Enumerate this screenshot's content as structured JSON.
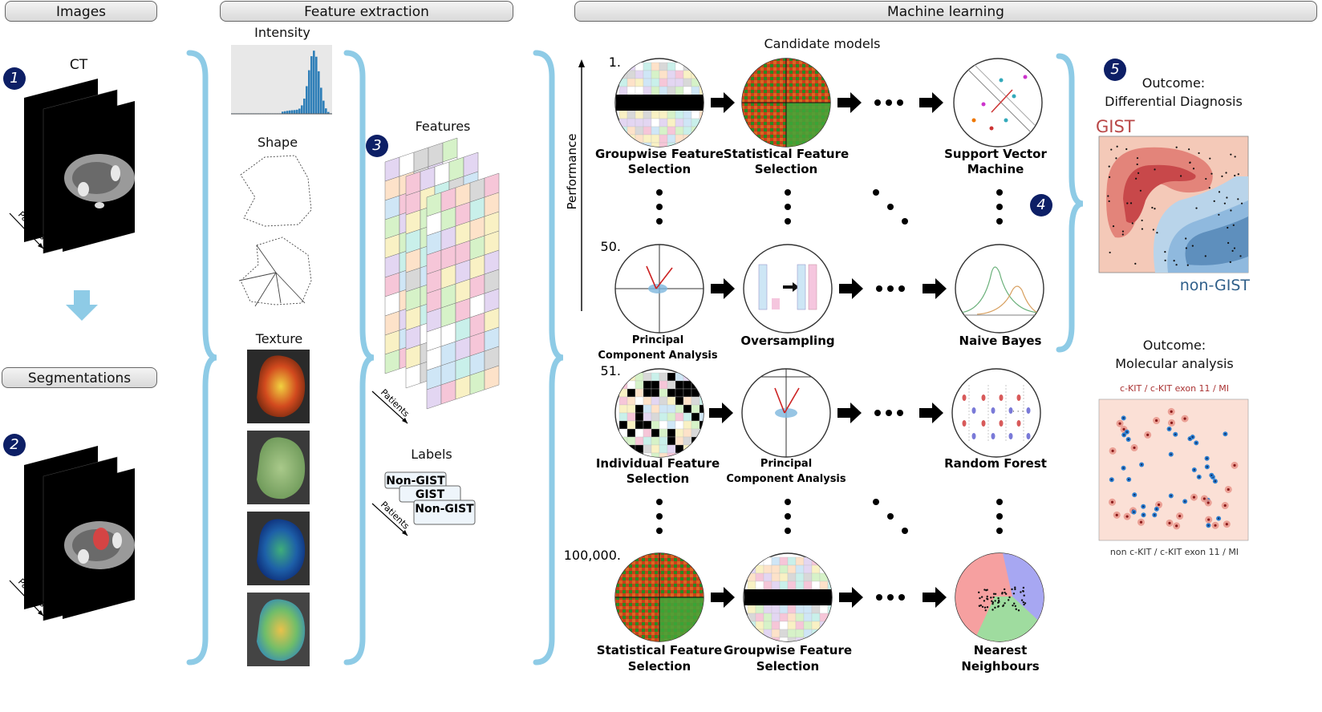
{
  "sections": {
    "images": "Images",
    "feature_extraction": "Feature extraction",
    "machine_learning": "Machine learning"
  },
  "images": {
    "ct_label": "CT",
    "segmentations_label": "Segmentations",
    "patients_label": "Patients"
  },
  "features": {
    "intensity": "Intensity",
    "shape": "Shape",
    "texture": "Texture",
    "features_label": "Features",
    "labels_label": "Labels",
    "patients_label": "Patients",
    "label_cards": [
      "Non-GIST",
      "GIST",
      "Non-GIST"
    ]
  },
  "steps": [
    "1",
    "2",
    "3",
    "4",
    "5"
  ],
  "ml": {
    "candidate_models": "Candidate models",
    "performance": "Performance",
    "rows": [
      {
        "rank": "1.",
        "a": [
          "Groupwise Feature",
          "Selection"
        ],
        "b": [
          "Statistical Feature",
          "Selection"
        ],
        "c": [
          "Support Vector",
          "Machine"
        ]
      },
      {
        "rank": "50.",
        "a": [
          "Principal",
          "Component Analysis"
        ],
        "b": [
          "Oversampling"
        ],
        "c": [
          "Naive Bayes"
        ]
      },
      {
        "rank": "51.",
        "a": [
          "Individual Feature",
          "Selection"
        ],
        "b": [
          "Principal",
          "Component Analysis"
        ],
        "c": [
          "Random Forest"
        ]
      },
      {
        "rank": "100,000.",
        "a": [
          "Statistical Feature",
          "Selection"
        ],
        "b": [
          "Groupwise Feature",
          "Selection"
        ],
        "c": [
          "Nearest",
          "Neighbours"
        ]
      }
    ]
  },
  "outcomes": {
    "diff_title": [
      "Outcome:",
      "Differential Diagnosis"
    ],
    "gist": "GIST",
    "non_gist": "non-GIST",
    "mol_title": [
      "Outcome:",
      "Molecular analysis"
    ],
    "mol_top_label": "c-KIT / c-KIT exon 11 / MI",
    "mol_bottom_label": "non c-KIT / c-KIT exon 11 / MI"
  },
  "colors": {
    "brace": "#8ecbe6",
    "step_badge": "#0d1f66",
    "gist_red": "#c8484a",
    "non_gist_blue": "#2f5f8a"
  }
}
